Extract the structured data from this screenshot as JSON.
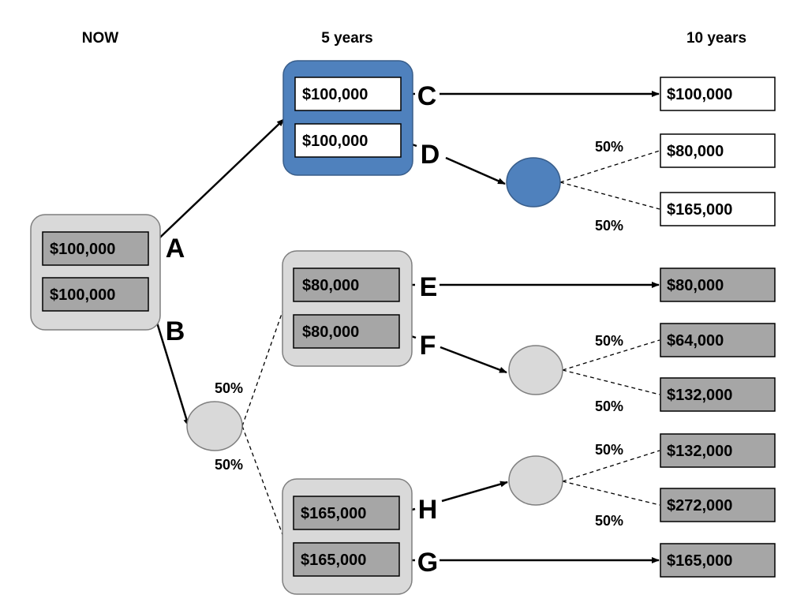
{
  "headers": {
    "now": "NOW",
    "five_years": "5 years",
    "ten_years": "10 years"
  },
  "now_group": {
    "top_value": "$100,000",
    "bottom_value": "$100,000"
  },
  "group_c_d": {
    "c_value": "$100,000",
    "d_value": "$100,000"
  },
  "group_e_f": {
    "e_value": "$80,000",
    "f_value": "$80,000"
  },
  "group_h_g": {
    "h_value": "$165,000",
    "g_value": "$165,000"
  },
  "letters": {
    "a": "A",
    "b": "B",
    "c": "C",
    "d": "D",
    "e": "E",
    "f": "F",
    "g": "G",
    "h": "H"
  },
  "outcomes": {
    "c_out": "$100,000",
    "d_low": "$80,000",
    "d_high": "$165,000",
    "e_out": "$80,000",
    "f_low": "$64,000",
    "f_high": "$132,000",
    "h_low": "$132,000",
    "h_high": "$272,000",
    "g_out": "$165,000"
  },
  "probabilities": {
    "b_up": "50%",
    "b_down": "50%",
    "d_up": "50%",
    "d_down": "50%",
    "f_up": "50%",
    "f_down": "50%",
    "h_up": "50%",
    "h_down": "50%"
  },
  "colors": {
    "blue_fill": "#4f81bd",
    "blue_border": "#385d8a",
    "light_gray": "#d9d9d9",
    "mid_gray": "#a6a6a6",
    "line": "#000000"
  }
}
